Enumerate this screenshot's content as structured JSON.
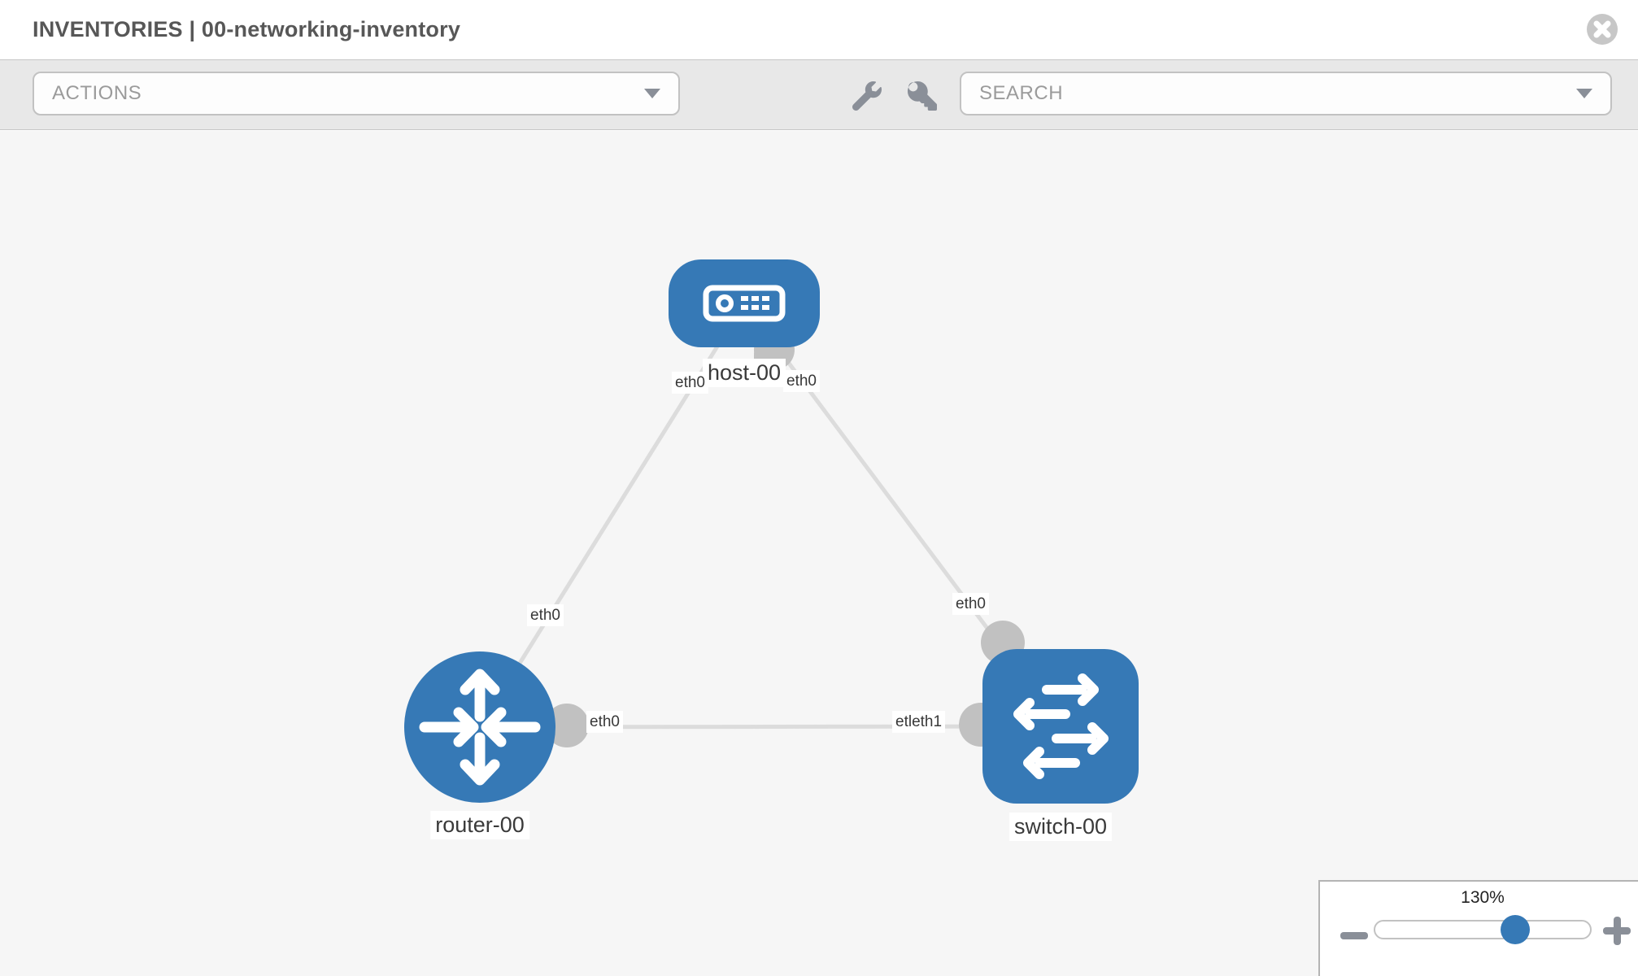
{
  "header": {
    "title": "INVENTORIES | 00-networking-inventory"
  },
  "toolbar": {
    "actions_label": "ACTIONS",
    "search_placeholder": "SEARCH"
  },
  "diagram": {
    "nodes": [
      {
        "label": "host-00",
        "type": "host"
      },
      {
        "label": "router-00",
        "type": "router"
      },
      {
        "label": "switch-00",
        "type": "switch"
      }
    ],
    "links": [
      {
        "from": "host-00",
        "to": "router-00"
      },
      {
        "from": "host-00",
        "to": "switch-00"
      },
      {
        "from": "router-00",
        "to": "switch-00"
      }
    ],
    "interface_labels": [
      {
        "at": "host-00 left of label",
        "text": "eth0"
      },
      {
        "at": "host-00 right of label",
        "text": "eth0"
      },
      {
        "at": "router-00 uplink",
        "text": "eth0"
      },
      {
        "at": "switch-00 uplink",
        "text": "eth0"
      },
      {
        "at": "router-00 right",
        "text": "eth0"
      },
      {
        "at": "switch-00 left",
        "text": "etleth1"
      }
    ]
  },
  "zoom_control": {
    "level": "130%"
  },
  "colors": {
    "node_blue": "#3679b6",
    "link_gray": "#dcdcdc",
    "connector_gray": "#c1c1c1",
    "toolbar_gray": "#e8e8e8"
  }
}
